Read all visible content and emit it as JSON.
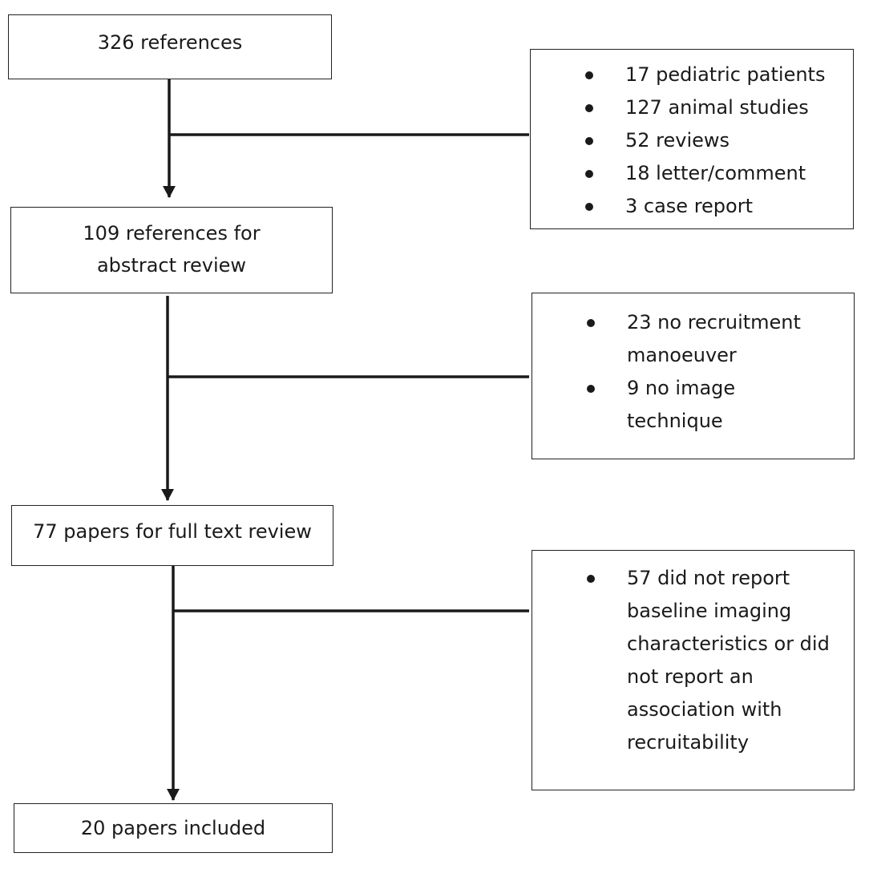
{
  "steps": [
    {
      "lines": [
        "326 references"
      ]
    },
    {
      "lines": [
        "109 references for",
        "abstract review"
      ]
    },
    {
      "lines": [
        "77 papers for full text review"
      ]
    },
    {
      "lines": [
        "20 papers included"
      ]
    }
  ],
  "exclusions": [
    {
      "items": [
        "17 pediatric patients",
        "127 animal studies",
        "52 reviews",
        "18 letter/comment",
        "3 case report"
      ]
    },
    {
      "items": [
        "23 no recruitment\nmanoeuver",
        "9 no image\ntechnique"
      ]
    },
    {
      "items": [
        "57 did not report\nbaseline imaging\ncharacteristics or did\nnot report an\nassociation with\nrecruitability"
      ]
    }
  ]
}
